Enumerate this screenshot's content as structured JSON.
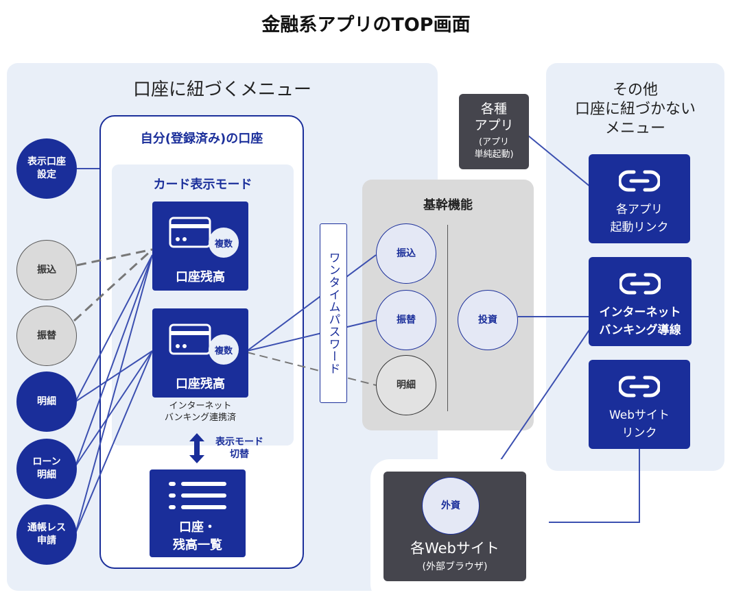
{
  "title": "金融系アプリのTOP画面",
  "left_panel": {
    "title": "口座に紐づくメニュー"
  },
  "own_accounts": {
    "title": "自分(登録済み)の口座"
  },
  "card_mode": {
    "title": "カード表示モード",
    "account1": {
      "label": "口座残高",
      "badge": "複数"
    },
    "account2": {
      "label": "口座残高",
      "badge": "複数",
      "note": "インターネット\nバンキング連携済"
    },
    "switch_label": "表示モード\n切替",
    "list_label": "口座・\n残高一覧"
  },
  "left_circles": [
    {
      "label": "表示口座\n設定",
      "style": "navy"
    },
    {
      "label": "振込",
      "style": "gray"
    },
    {
      "label": "振替",
      "style": "gray"
    },
    {
      "label": "明細",
      "style": "navy"
    },
    {
      "label": "ローン\n明細",
      "style": "navy"
    },
    {
      "label": "通帳レス\n申請",
      "style": "navy"
    }
  ],
  "otp": {
    "label": "ワンタイムパスワード"
  },
  "core": {
    "title": "基幹機能",
    "items": [
      "振込",
      "振替",
      "明細"
    ],
    "invest": "投資"
  },
  "app_launch": {
    "label": "各種\nアプリ",
    "sub": "(アプリ\n単純起動)"
  },
  "right_panel": {
    "title": "その他\n口座に紐づかない\nメニュー",
    "links": [
      "各アプリ\n起動リンク",
      "インターネット\nバンキング導線",
      "Webサイト\nリンク"
    ]
  },
  "websites": {
    "badge": "外資",
    "label": "各Webサイト",
    "sub": "(外部ブラウザ)"
  },
  "colors": {
    "navy": "#1a2e9a",
    "panel": "#e9eff8",
    "dark": "#45454d",
    "gray": "#dadada"
  },
  "icons": [
    "credit-card-icon",
    "list-icon",
    "link-icon",
    "double-arrow-icon"
  ]
}
